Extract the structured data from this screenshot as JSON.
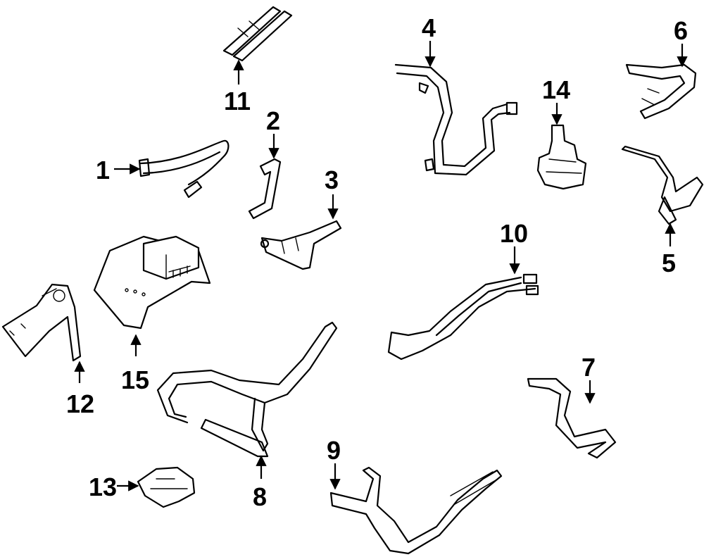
{
  "diagram": {
    "callouts": [
      {
        "id": "1",
        "label": "1"
      },
      {
        "id": "2",
        "label": "2"
      },
      {
        "id": "3",
        "label": "3"
      },
      {
        "id": "4",
        "label": "4"
      },
      {
        "id": "5",
        "label": "5"
      },
      {
        "id": "6",
        "label": "6"
      },
      {
        "id": "7",
        "label": "7"
      },
      {
        "id": "8",
        "label": "8"
      },
      {
        "id": "9",
        "label": "9"
      },
      {
        "id": "10",
        "label": "10"
      },
      {
        "id": "11",
        "label": "11"
      },
      {
        "id": "12",
        "label": "12"
      },
      {
        "id": "13",
        "label": "13"
      },
      {
        "id": "14",
        "label": "14"
      },
      {
        "id": "15",
        "label": "15"
      }
    ],
    "line_color": "#000000",
    "background_color": "#ffffff"
  }
}
